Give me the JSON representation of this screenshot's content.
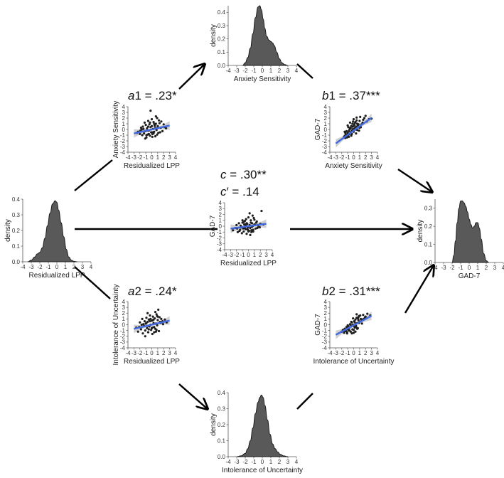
{
  "chart_data": [
    {
      "id": "density_lpp",
      "type": "area",
      "xlabel": "Residualized LPP",
      "ylabel": "density",
      "xlim": [
        -4,
        4
      ],
      "ylim": [
        0,
        0.4
      ],
      "xticks": [
        "-4",
        "-3",
        "-2",
        "-1",
        "0",
        "1",
        "2",
        "3",
        "4"
      ],
      "yticks": [
        "0.0",
        "0.1",
        "0.2",
        "0.3",
        "0.4"
      ],
      "x": [
        -3.4,
        -3.0,
        -2.6,
        -2.3,
        -2.0,
        -1.7,
        -1.4,
        -1.1,
        -0.8,
        -0.5,
        -0.2,
        0.0,
        0.2,
        0.5,
        0.8,
        1.1,
        1.4,
        1.7,
        2.0,
        2.4
      ],
      "y": [
        0.0,
        0.01,
        0.03,
        0.05,
        0.06,
        0.09,
        0.15,
        0.23,
        0.31,
        0.37,
        0.39,
        0.38,
        0.33,
        0.25,
        0.16,
        0.08,
        0.03,
        0.01,
        0.003,
        0.0
      ]
    },
    {
      "id": "density_as",
      "type": "area",
      "xlabel": "Anxiety Sensitivity",
      "ylabel": "density",
      "xlim": [
        -4,
        4
      ],
      "ylim": [
        0,
        0.45
      ],
      "xticks": [
        "-4",
        "-3",
        "-2",
        "-1",
        "0",
        "1",
        "2",
        "3",
        "4"
      ],
      "yticks": [
        "0.0",
        "0.1",
        "0.2",
        "0.3",
        "0.4"
      ],
      "x": [
        -2.3,
        -2.0,
        -1.7,
        -1.4,
        -1.1,
        -0.8,
        -0.5,
        -0.3,
        -0.1,
        0.1,
        0.3,
        0.5,
        0.8,
        1.0,
        1.2,
        1.4,
        1.7,
        2.0,
        2.3,
        2.6,
        3.0
      ],
      "y": [
        0.0,
        0.02,
        0.06,
        0.13,
        0.24,
        0.36,
        0.44,
        0.45,
        0.42,
        0.35,
        0.28,
        0.22,
        0.19,
        0.18,
        0.17,
        0.15,
        0.1,
        0.05,
        0.02,
        0.007,
        0.0
      ]
    },
    {
      "id": "density_gad",
      "type": "area",
      "xlabel": "GAD-7",
      "ylabel": "density",
      "xlim": [
        -4,
        4
      ],
      "ylim": [
        0,
        0.35
      ],
      "xticks": [
        "-4",
        "-3",
        "-2",
        "-1",
        "0",
        "1",
        "2",
        "3",
        "4"
      ],
      "yticks": [
        "0.0",
        "0.1",
        "0.2",
        "0.3"
      ],
      "x": [
        -2.0,
        -1.8,
        -1.6,
        -1.4,
        -1.2,
        -1.0,
        -0.8,
        -0.6,
        -0.4,
        -0.2,
        0.0,
        0.2,
        0.4,
        0.6,
        0.8,
        1.0,
        1.2,
        1.4,
        1.7,
        2.0,
        2.3
      ],
      "y": [
        0.0,
        0.04,
        0.12,
        0.22,
        0.3,
        0.34,
        0.34,
        0.33,
        0.31,
        0.28,
        0.24,
        0.21,
        0.19,
        0.2,
        0.22,
        0.22,
        0.19,
        0.13,
        0.05,
        0.01,
        0.0
      ]
    },
    {
      "id": "density_iu",
      "type": "area",
      "xlabel": "Intolerance of Uncertainty",
      "ylabel": "density",
      "xlim": [
        -4,
        4
      ],
      "ylim": [
        0,
        0.4
      ],
      "xticks": [
        "-4",
        "-3",
        "-2",
        "-1",
        "0",
        "1",
        "2",
        "3",
        "4"
      ],
      "yticks": [
        "0.0",
        "0.1",
        "0.2",
        "0.3",
        "0.4"
      ],
      "x": [
        -3.0,
        -2.5,
        -2.0,
        -1.7,
        -1.4,
        -1.1,
        -0.8,
        -0.5,
        -0.3,
        -0.1,
        0.1,
        0.3,
        0.6,
        0.9,
        1.2,
        1.5,
        1.8,
        2.1,
        2.5,
        3.0
      ],
      "y": [
        0.0,
        0.005,
        0.02,
        0.05,
        0.1,
        0.18,
        0.27,
        0.34,
        0.37,
        0.385,
        0.37,
        0.32,
        0.23,
        0.14,
        0.08,
        0.05,
        0.03,
        0.015,
        0.005,
        0.0
      ]
    },
    {
      "id": "scatter_a1",
      "type": "scatter",
      "xlabel": "Residualized LPP",
      "ylabel": "Anxiety Sensitivity",
      "xlim": [
        -4,
        4
      ],
      "ylim": [
        -4,
        4
      ],
      "xticks": [
        "-4",
        "-3",
        "-2",
        "-1",
        "0",
        "1",
        "2",
        "3",
        "4"
      ],
      "yticks": [
        "-4",
        "-3",
        "-2",
        "-1",
        "0",
        "1",
        "2",
        "3",
        "4"
      ],
      "fit": {
        "slope": 0.23,
        "intercept": 0.0
      },
      "x": [
        -2.5,
        -2.3,
        -2.0,
        -1.8,
        -1.6,
        -1.5,
        -1.3,
        -1.2,
        -1.1,
        -1.0,
        -0.9,
        -0.8,
        -0.7,
        -0.6,
        -0.5,
        -0.4,
        -0.3,
        -0.2,
        -0.1,
        0.0,
        0.1,
        0.2,
        0.3,
        0.4,
        0.5,
        0.6,
        0.7,
        0.8,
        0.9,
        1.0,
        1.1,
        1.3,
        1.5,
        1.8,
        2.0,
        2.2,
        -1.4,
        -0.5,
        0.2,
        0.6,
        1.2,
        -0.8,
        0.0,
        1.6,
        -1.1,
        0.4,
        -0.2,
        0.9,
        -1.7,
        0.7,
        1.4,
        -0.6,
        0.1,
        -1.9,
        0.3,
        1.0,
        -0.3,
        2.4,
        -0.9,
        0.5
      ],
      "y": [
        -0.6,
        -0.4,
        -0.8,
        0.3,
        -1.0,
        0.5,
        -0.7,
        1.2,
        -0.3,
        0.8,
        -1.4,
        0.2,
        -0.9,
        1.5,
        -0.2,
        0.9,
        -1.1,
        0.4,
        -0.5,
        1.8,
        -0.8,
        0.1,
        1.3,
        -0.4,
        0.7,
        -1.2,
        1.0,
        -0.1,
        2.0,
        0.6,
        -0.6,
        1.1,
        0.3,
        -0.3,
        0.9,
        0.4,
        0.1,
        -0.8,
        -0.5,
        0.2,
        1.6,
        -0.2,
        0.6,
        1.4,
        -1.6,
        1.0,
        3.3,
        -0.9,
        0.0,
        2.3,
        -0.5,
        0.5,
        -1.3,
        -0.2,
        -0.7,
        0.3,
        1.2,
        0.2,
        -1.0,
        0.6
      ]
    },
    {
      "id": "scatter_b1",
      "type": "scatter",
      "xlabel": "Anxiety Sensitivity",
      "ylabel": "GAD-7",
      "xlim": [
        -4,
        4
      ],
      "ylim": [
        -4,
        4
      ],
      "xticks": [
        "-4",
        "-3",
        "-2",
        "-1",
        "0",
        "1",
        "2",
        "3",
        "4"
      ],
      "yticks": [
        "-4",
        "-3",
        "-2",
        "-1",
        "0",
        "1",
        "2",
        "3",
        "4"
      ],
      "fit": {
        "slope": 0.75,
        "intercept": -0.2
      },
      "x": [
        -1.6,
        -1.5,
        -1.4,
        -1.3,
        -1.2,
        -1.1,
        -1.0,
        -0.9,
        -0.8,
        -0.7,
        -0.6,
        -0.5,
        -0.4,
        -0.3,
        -0.2,
        -0.1,
        0.0,
        0.1,
        0.2,
        0.3,
        0.4,
        0.5,
        0.6,
        0.8,
        1.0,
        1.2,
        1.5,
        1.8,
        2.2,
        2.6,
        3.0,
        -1.2,
        -0.9,
        -0.6,
        -0.3,
        0.0,
        0.3,
        0.7,
        1.1,
        -1.4,
        -0.8,
        -0.2,
        0.5,
        1.3,
        -1.0,
        -0.4,
        0.2,
        0.9,
        1.6,
        -1.5,
        -0.7,
        0.0,
        0.6,
        2.0,
        -1.1,
        -0.5,
        0.4,
        1.0,
        -0.1,
        0.8
      ],
      "y": [
        -1.3,
        -1.1,
        -1.5,
        -0.9,
        -1.2,
        -1.4,
        -0.6,
        -1.0,
        -0.3,
        -0.8,
        0.3,
        -0.5,
        0.6,
        -0.2,
        1.0,
        0.1,
        -0.4,
        0.8,
        0.2,
        1.3,
        0.5,
        1.6,
        -0.1,
        0.9,
        1.5,
        0.4,
        1.2,
        2.0,
        1.4,
        1.8,
        1.9,
        -0.3,
        0.4,
        1.2,
        -0.8,
        1.8,
        0.0,
        0.7,
        2.2,
        -0.6,
        -1.3,
        0.5,
        2.1,
        0.9,
        0.7,
        -1.1,
        1.1,
        -0.2,
        1.7,
        -0.4,
        0.0,
        0.6,
        1.0,
        2.4,
        -0.9,
        0.2,
        -0.7,
        0.3,
        1.4,
        0.9
      ]
    },
    {
      "id": "scatter_c",
      "type": "scatter",
      "xlabel": "Residualized LPP",
      "ylabel": "GAD-7",
      "xlim": [
        -4,
        4
      ],
      "ylim": [
        -4,
        4
      ],
      "xticks": [
        "-4",
        "-3",
        "-2",
        "-1",
        "0",
        "1",
        "2",
        "3",
        "4"
      ],
      "yticks": [
        "-4",
        "-3",
        "-2",
        "-1",
        "0",
        "1",
        "2",
        "3",
        "4"
      ],
      "fit": {
        "slope": 0.14,
        "intercept": 0.0
      },
      "x": [
        -2.6,
        -2.2,
        -2.0,
        -1.8,
        -1.6,
        -1.4,
        -1.3,
        -1.1,
        -1.0,
        -0.9,
        -0.8,
        -0.7,
        -0.6,
        -0.5,
        -0.4,
        -0.3,
        -0.2,
        -0.1,
        0.0,
        0.1,
        0.2,
        0.3,
        0.4,
        0.5,
        0.6,
        0.7,
        0.8,
        0.9,
        1.0,
        1.2,
        1.4,
        1.6,
        1.9,
        2.2,
        2.5,
        -1.5,
        -0.8,
        -0.1,
        0.6,
        1.3,
        -1.2,
        -0.4,
        0.3,
        1.0,
        -0.6,
        0.2,
        0.8,
        1.7,
        -1.9,
        -0.3,
        0.5,
        1.1,
        0.0,
        -1.0,
        0.4,
        2.0,
        -0.2,
        0.7,
        1.5,
        -0.5
      ],
      "y": [
        -0.7,
        -0.3,
        0.2,
        -1.0,
        0.5,
        -0.6,
        0.1,
        -1.2,
        0.6,
        -0.4,
        -0.9,
        0.3,
        0.9,
        -0.5,
        1.2,
        -1.3,
        0.4,
        -0.2,
        1.5,
        -0.8,
        0.2,
        -0.3,
        1.0,
        -1.0,
        0.5,
        0.0,
        -0.6,
        1.4,
        0.3,
        -0.4,
        0.8,
        0.2,
        -0.2,
        2.6,
        0.3,
        -0.8,
        0.7,
        -0.6,
        -0.1,
        0.6,
        -0.2,
        0.3,
        -1.5,
        1.1,
        -0.3,
        2.2,
        -0.9,
        -0.1,
        -0.4,
        0.5,
        -0.7,
        0.2,
        -0.9,
        1.0,
        0.6,
        0.4,
        -0.5,
        1.8,
        -0.3,
        0.0
      ]
    },
    {
      "id": "scatter_a2",
      "type": "scatter",
      "xlabel": "Residualized LPP",
      "ylabel": "Intolerance of Uncertainty",
      "xlim": [
        -4,
        4
      ],
      "ylim": [
        -4,
        4
      ],
      "xticks": [
        "-4",
        "-3",
        "-2",
        "-1",
        "0",
        "1",
        "2",
        "3",
        "4"
      ],
      "yticks": [
        "-4",
        "-3",
        "-2",
        "-1",
        "0",
        "1",
        "2",
        "3",
        "4"
      ],
      "fit": {
        "slope": 0.24,
        "intercept": 0.0
      },
      "x": [
        -2.6,
        -2.3,
        -2.0,
        -1.8,
        -1.6,
        -1.5,
        -1.3,
        -1.2,
        -1.1,
        -1.0,
        -0.9,
        -0.8,
        -0.7,
        -0.6,
        -0.5,
        -0.4,
        -0.3,
        -0.2,
        -0.1,
        0.0,
        0.1,
        0.2,
        0.3,
        0.4,
        0.5,
        0.6,
        0.7,
        0.8,
        0.9,
        1.0,
        1.2,
        1.4,
        1.6,
        1.9,
        2.2,
        2.5,
        -1.4,
        -0.7,
        0.0,
        0.7,
        1.3,
        -1.1,
        -0.3,
        0.4,
        1.1,
        -1.7,
        -0.5,
        0.2,
        0.9,
        1.8,
        -0.9,
        0.1,
        0.6,
        -2.1,
        -0.2,
        0.8,
        1.5,
        -0.6,
        0.3,
        1.0
      ],
      "y": [
        -0.5,
        -1.2,
        0.4,
        -0.8,
        1.0,
        -1.5,
        -0.2,
        0.6,
        -1.0,
        0.2,
        1.2,
        -0.6,
        0.5,
        -1.3,
        0.9,
        -0.3,
        1.6,
        0.0,
        -0.9,
        0.7,
        -1.6,
        1.4,
        0.3,
        -0.4,
        1.1,
        -0.7,
        0.2,
        1.8,
        -0.1,
        0.8,
        -1.1,
        0.5,
        1.0,
        0.1,
        0.9,
        0.4,
        0.1,
        2.0,
        -0.6,
        -1.2,
        1.3,
        -2.0,
        0.6,
        -1.3,
        2.6,
        0.0,
        -0.8,
        0.8,
        1.5,
        0.6,
        0.3,
        -0.5,
        2.2,
        -0.4,
        1.0,
        -0.9,
        0.3,
        -0.2,
        0.9,
        1.4
      ]
    },
    {
      "id": "scatter_b2",
      "type": "scatter",
      "xlabel": "Intolerance of Uncertainty",
      "ylabel": "GAD-7",
      "xlim": [
        -4,
        4
      ],
      "ylim": [
        -4,
        4
      ],
      "xticks": [
        "-4",
        "-3",
        "-2",
        "-1",
        "0",
        "1",
        "2",
        "3",
        "4"
      ],
      "yticks": [
        "-4",
        "-3",
        "-2",
        "-1",
        "0",
        "1",
        "2",
        "3",
        "4"
      ],
      "fit": {
        "slope": 0.55,
        "intercept": -0.1
      },
      "x": [
        -2.0,
        -1.8,
        -1.6,
        -1.5,
        -1.3,
        -1.2,
        -1.1,
        -1.0,
        -0.9,
        -0.8,
        -0.7,
        -0.6,
        -0.5,
        -0.4,
        -0.3,
        -0.2,
        -0.1,
        0.0,
        0.1,
        0.2,
        0.3,
        0.4,
        0.5,
        0.6,
        0.7,
        0.8,
        0.9,
        1.0,
        1.2,
        1.4,
        1.6,
        1.9,
        2.3,
        2.8,
        -1.4,
        -0.9,
        -0.3,
        0.2,
        0.8,
        1.3,
        -1.1,
        -0.5,
        0.0,
        0.6,
        1.1,
        -0.7,
        -0.1,
        0.4,
        1.7,
        -1.6,
        -0.8,
        0.3,
        0.9,
        2.0,
        -0.4,
        0.5,
        1.5,
        -1.0,
        0.1,
        0.7
      ],
      "y": [
        -1.2,
        -0.9,
        -1.4,
        -0.7,
        -1.1,
        -0.4,
        -1.3,
        -0.8,
        -0.2,
        -1.0,
        -0.5,
        0.1,
        -1.2,
        -0.3,
        0.4,
        -0.8,
        0.0,
        -1.4,
        0.6,
        -0.5,
        0.9,
        -0.2,
        1.2,
        0.3,
        -0.6,
        0.8,
        1.5,
        0.5,
        1.0,
        0.2,
        1.7,
        1.3,
        1.9,
        1.6,
        -0.9,
        -0.3,
        -1.5,
        0.4,
        1.3,
        0.7,
        -1.5,
        0.0,
        -0.9,
        -0.7,
        1.6,
        -1.0,
        1.1,
        -0.4,
        1.0,
        -1.1,
        -0.6,
        -1.2,
        0.3,
        1.4,
        0.5,
        1.8,
        0.9,
        -0.1,
        -0.3,
        1.1
      ]
    }
  ],
  "path_labels": {
    "a1": {
      "letter": "a",
      "sub": "1",
      "value": " = .23*"
    },
    "b1": {
      "letter": "b",
      "sub": "1",
      "value": " = .37***"
    },
    "c": {
      "letter": "c",
      "value": " = .30**"
    },
    "cprime": {
      "letter": "c",
      "prime": "′",
      "value": " = .14"
    },
    "a2": {
      "letter": "a",
      "sub": "2",
      "value": " = .24*"
    },
    "b2": {
      "letter": "b",
      "sub": "2",
      "value": " = .31***"
    }
  },
  "colors": {
    "density_fill": "#595959",
    "density_line": "#1a1a1a",
    "point": "#1f1f1f",
    "fit_line": "#4169e1",
    "fit_band": "#c8c8c8",
    "arrow": "#000000",
    "axis": "#555555"
  }
}
